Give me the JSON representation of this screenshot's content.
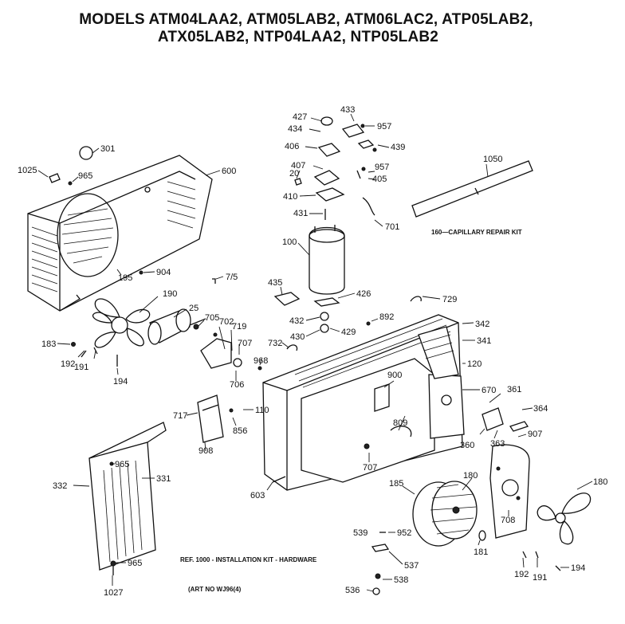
{
  "header": {
    "line1": "MODELS ATM04LAA2, ATM05LAB2, ATM06LAC2, ATP05LAB2,",
    "line2": "ATX05LAB2, NTP04LAA2, NTP05LAB2"
  },
  "notes": {
    "capillary": "160—CAPILLARY REPAIR KIT",
    "installation": "REF. 1000 - INSTALLATION KIT - HARDWARE",
    "art_no": "(ART NO WJ96(4)"
  },
  "part_labels": [
    {
      "id": "301",
      "text": "301"
    },
    {
      "id": "1025",
      "text": "1025"
    },
    {
      "id": "965a",
      "text": "965"
    },
    {
      "id": "600",
      "text": "600"
    },
    {
      "id": "195",
      "text": "195"
    },
    {
      "id": "904",
      "text": "904"
    },
    {
      "id": "715",
      "text": "7/5"
    },
    {
      "id": "190",
      "text": "190"
    },
    {
      "id": "25",
      "text": "25"
    },
    {
      "id": "705",
      "text": "705"
    },
    {
      "id": "702",
      "text": "702"
    },
    {
      "id": "719",
      "text": "719"
    },
    {
      "id": "707a",
      "text": "707"
    },
    {
      "id": "706",
      "text": "706"
    },
    {
      "id": "183",
      "text": "183"
    },
    {
      "id": "192a",
      "text": "192"
    },
    {
      "id": "191a",
      "text": "191"
    },
    {
      "id": "194a",
      "text": "194"
    },
    {
      "id": "427",
      "text": "427"
    },
    {
      "id": "433",
      "text": "433"
    },
    {
      "id": "434",
      "text": "434"
    },
    {
      "id": "957a",
      "text": "957"
    },
    {
      "id": "406",
      "text": "406"
    },
    {
      "id": "439",
      "text": "439"
    },
    {
      "id": "407",
      "text": "407"
    },
    {
      "id": "957b",
      "text": "957"
    },
    {
      "id": "20",
      "text": "20"
    },
    {
      "id": "405",
      "text": "405"
    },
    {
      "id": "410",
      "text": "410"
    },
    {
      "id": "431",
      "text": "431"
    },
    {
      "id": "701",
      "text": "701"
    },
    {
      "id": "100",
      "text": "100"
    },
    {
      "id": "1050",
      "text": "1050"
    },
    {
      "id": "435",
      "text": "435"
    },
    {
      "id": "426",
      "text": "426"
    },
    {
      "id": "729",
      "text": "729"
    },
    {
      "id": "432",
      "text": "432"
    },
    {
      "id": "892",
      "text": "892"
    },
    {
      "id": "430",
      "text": "430"
    },
    {
      "id": "429",
      "text": "429"
    },
    {
      "id": "732",
      "text": "732"
    },
    {
      "id": "342",
      "text": "342"
    },
    {
      "id": "341",
      "text": "341"
    },
    {
      "id": "968",
      "text": "968"
    },
    {
      "id": "120",
      "text": "120"
    },
    {
      "id": "900",
      "text": "900"
    },
    {
      "id": "670",
      "text": "670"
    },
    {
      "id": "361",
      "text": "361"
    },
    {
      "id": "717",
      "text": "717"
    },
    {
      "id": "110",
      "text": "110"
    },
    {
      "id": "809",
      "text": "809"
    },
    {
      "id": "364",
      "text": "364"
    },
    {
      "id": "856",
      "text": "856"
    },
    {
      "id": "908",
      "text": "908"
    },
    {
      "id": "360",
      "text": "360"
    },
    {
      "id": "363",
      "text": "363"
    },
    {
      "id": "907",
      "text": "907"
    },
    {
      "id": "965b",
      "text": "965"
    },
    {
      "id": "707b",
      "text": "707"
    },
    {
      "id": "332",
      "text": "332"
    },
    {
      "id": "331",
      "text": "331"
    },
    {
      "id": "603",
      "text": "603"
    },
    {
      "id": "185",
      "text": "185"
    },
    {
      "id": "180a",
      "text": "180"
    },
    {
      "id": "180b",
      "text": "180"
    },
    {
      "id": "708",
      "text": "708"
    },
    {
      "id": "539",
      "text": "539"
    },
    {
      "id": "952",
      "text": "952"
    },
    {
      "id": "181",
      "text": "181"
    },
    {
      "id": "537",
      "text": "537"
    },
    {
      "id": "192b",
      "text": "192"
    },
    {
      "id": "191b",
      "text": "191"
    },
    {
      "id": "194b",
      "text": "194"
    },
    {
      "id": "965c",
      "text": "965"
    },
    {
      "id": "536",
      "text": "536"
    },
    {
      "id": "538",
      "text": "538"
    },
    {
      "id": "1027",
      "text": "1027"
    }
  ]
}
